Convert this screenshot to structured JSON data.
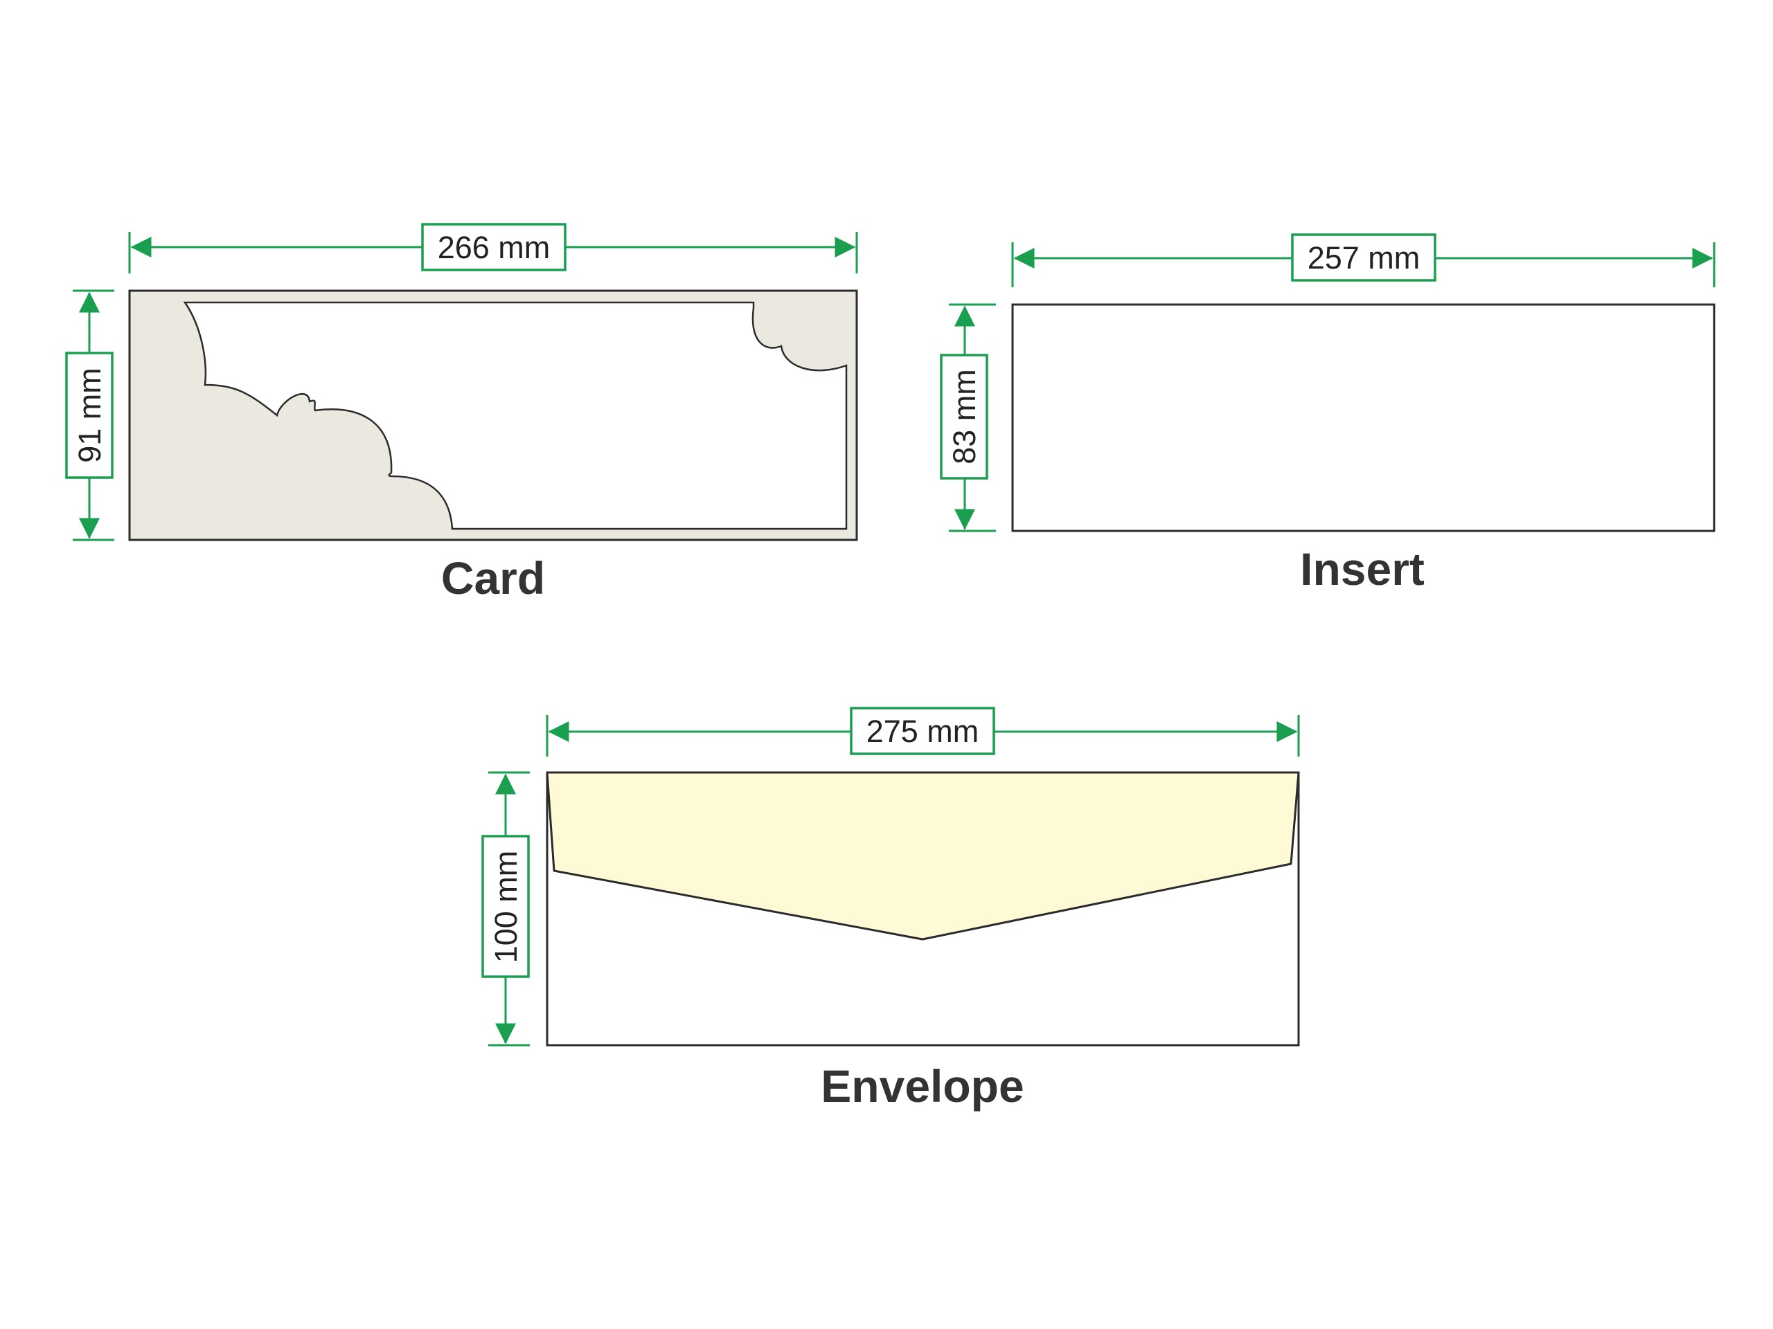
{
  "colors": {
    "accent": "#1a9e4f",
    "outline": "#2b2b2b",
    "card_fill": "#ebe9df",
    "flap_fill": "#fffad6",
    "label": "#333333"
  },
  "card": {
    "title": "Card",
    "width_label": "266 mm",
    "height_label": "91 mm"
  },
  "insert": {
    "title": "Insert",
    "width_label": "257 mm",
    "height_label": "83 mm"
  },
  "envelope": {
    "title": "Envelope",
    "width_label": "275 mm",
    "height_label": "100 mm"
  }
}
